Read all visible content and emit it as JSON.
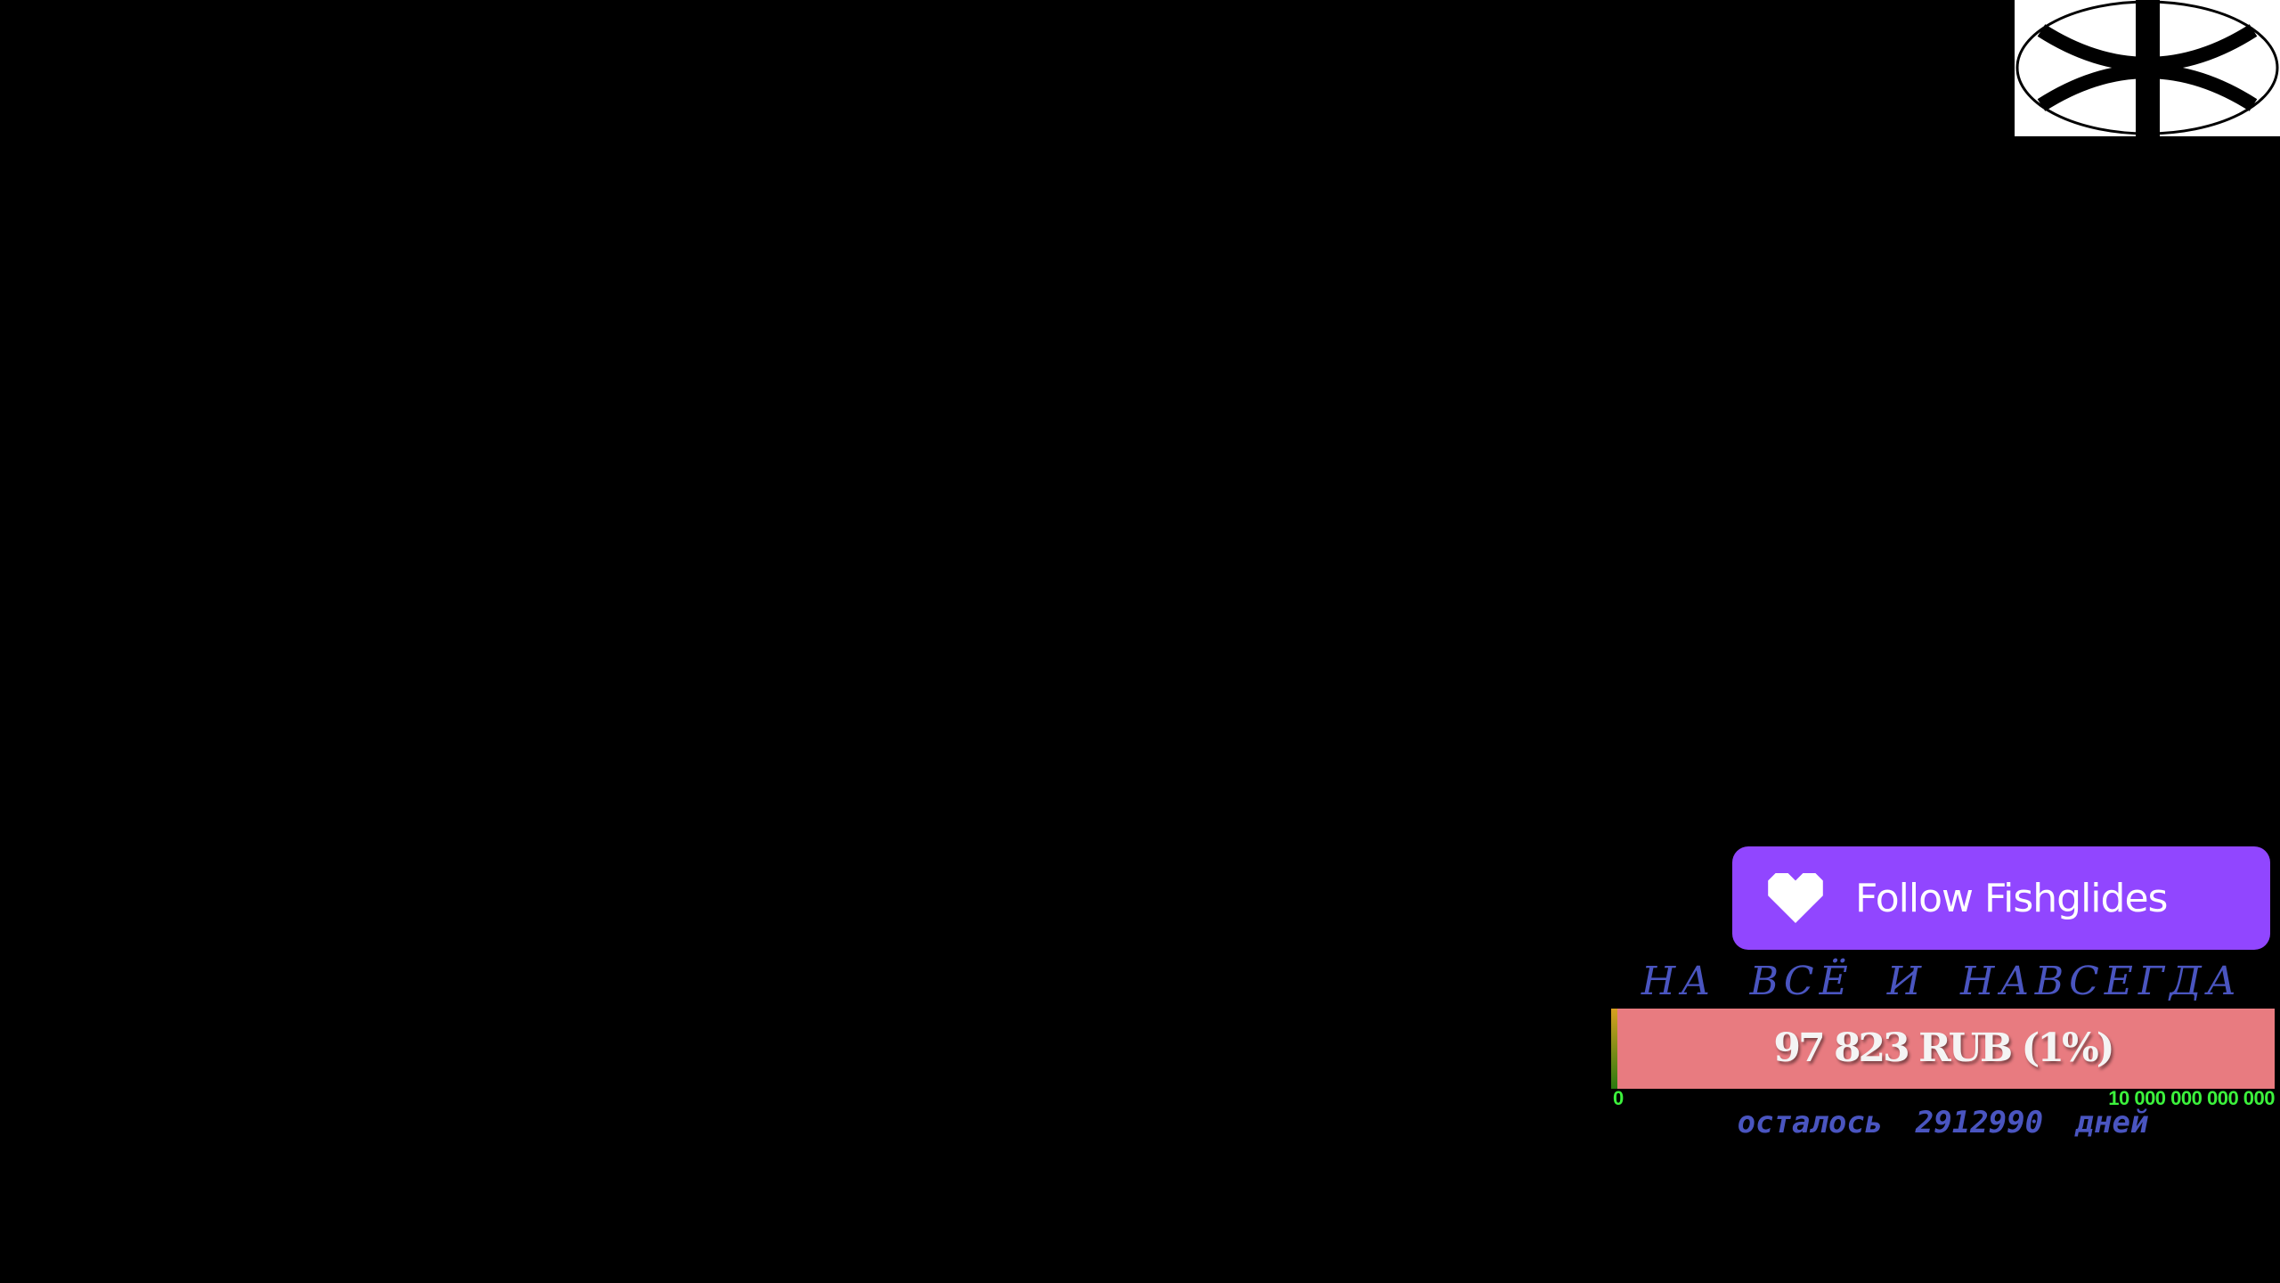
{
  "logo": {
    "icon": "ellipse-cross-logo"
  },
  "follow": {
    "label": "Follow Fishglides",
    "icon": "heart-icon",
    "color": "#9146ff"
  },
  "goal": {
    "title": "НА ВСЁ И НАВСЕГДА",
    "amount_text": "97 823 RUB (1%)",
    "progress_percent": 1,
    "min_label": "0",
    "max_label": "10 000 000 000 000",
    "remaining_text": "осталось 2912990 дней",
    "bar_color": "#e87b80",
    "text_color": "#4a55c0",
    "limit_color": "#3cf23c"
  }
}
